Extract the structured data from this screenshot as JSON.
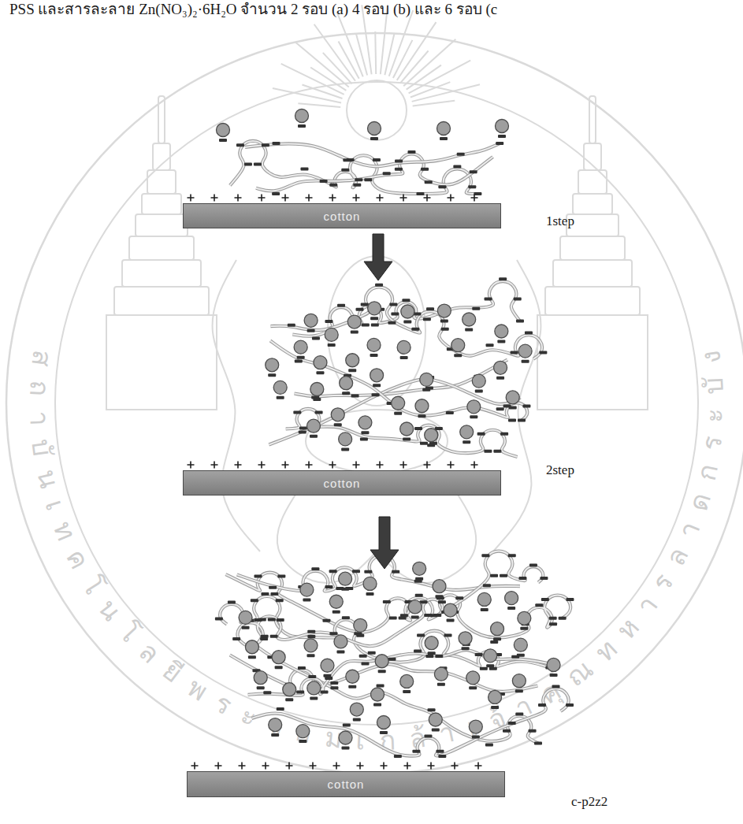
{
  "diagram": {
    "nodes": [
      {
        "text": [
          "cotton"
        ]
      },
      {
        "text": [
          "cotton"
        ]
      },
      {
        "text": [
          "cotton"
        ]
      }
    ],
    "labels": [
      "PSS และสารละลาย Zn(NO₃)₂·6H₂O จำนวน 2 รอบ (a) 4 รอบ (b) และ 6 รอบ (c",
      "1step",
      "2step",
      "c-p2z2",
      "สถาบันเทคโนโลยีพระจอมเกล้าเจ้าคุณทหารลาดกระบัง"
    ]
  }
}
